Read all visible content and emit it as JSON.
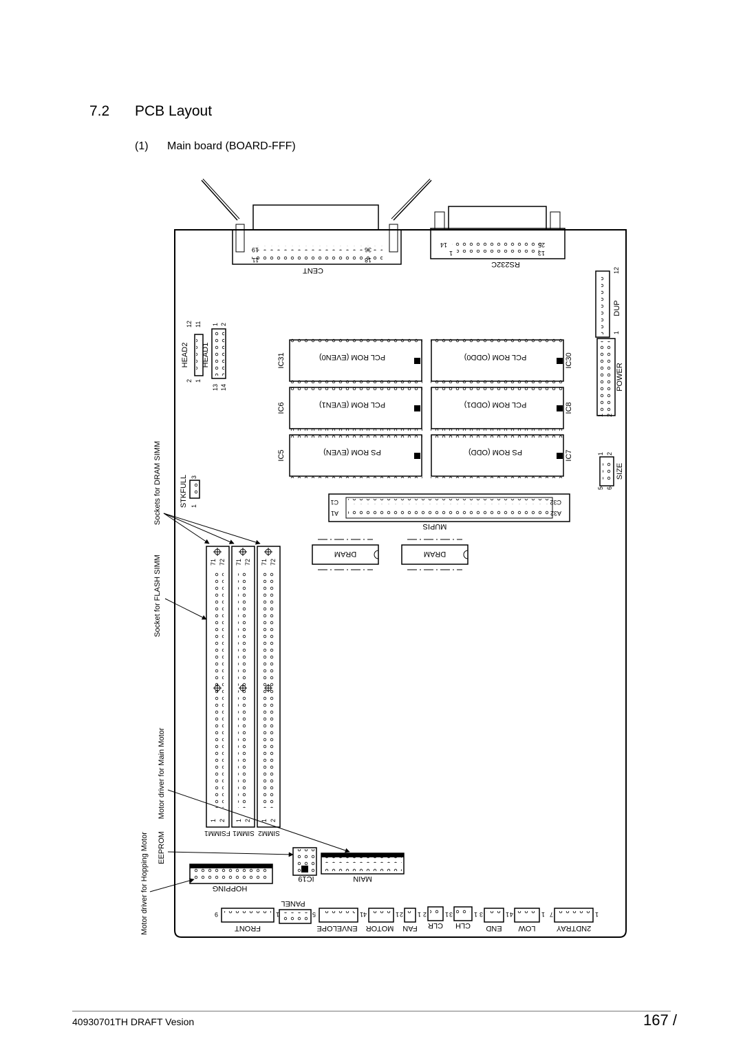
{
  "section": {
    "number": "7.2",
    "title": "PCB Layout"
  },
  "subsection": {
    "number": "(1)",
    "title": "Main board (BOARD-FFF)"
  },
  "connectors": {
    "cent": "CENT",
    "cent_pins": [
      "19",
      "36",
      "11",
      "18"
    ],
    "rs232c": "RS232C",
    "rs232c_pins": [
      "14",
      "25",
      "1",
      "13"
    ],
    "dup": "DUP",
    "dup_pins": [
      "12",
      "1"
    ],
    "power": "POWER",
    "power_pins": [
      "1",
      "2"
    ],
    "size": "SIZE",
    "size_pins": [
      "1",
      "2",
      "5",
      "6"
    ],
    "head2": "HEAD2",
    "head2_pins": [
      "12",
      "11",
      "2",
      "1"
    ],
    "head1": "HEAD1",
    "head1_pins": [
      "1",
      "2",
      "13",
      "14"
    ],
    "stkfull": "STKFULL",
    "stkfull_pins": [
      "1",
      "3"
    ]
  },
  "chips": {
    "ic31": {
      "id": "IC31",
      "label": "PCL ROM (EVEN0)"
    },
    "ic30": {
      "id": "IC30",
      "label": "PCL ROM (ODD0)"
    },
    "ic6": {
      "id": "IC6",
      "label": "PCL ROM (EVEN1)"
    },
    "ic8": {
      "id": "IC8",
      "label": "PCL ROM (ODD1)"
    },
    "ic5": {
      "id": "IC5",
      "label": "PS ROM (EVEN)"
    },
    "ic7": {
      "id": "IC7",
      "label": "PS ROM (ODD)"
    }
  },
  "mupis": {
    "label": "MUPIS",
    "pins": [
      "C1",
      "A1",
      "C32",
      "A32"
    ]
  },
  "dram": "DRAM",
  "simms": {
    "labels": [
      "FSIMM1",
      "SIMM1",
      "SIMM2"
    ],
    "pins": [
      "71",
      "72",
      "1",
      "2"
    ]
  },
  "callouts": {
    "dram_simm": "Sockets for DRAM SIMM",
    "flash_simm": "Socket for FLASH SIMM",
    "main_motor": "Motor driver for Main Motor",
    "eeprom": "EEPROM",
    "hopping_motor": "Motor driver for Hopping Motor"
  },
  "lower": {
    "ic19": "IC19",
    "main": "MAIN",
    "hopping": "HOPPING",
    "panel": "PANEL"
  },
  "bottom_connectors": [
    {
      "label": "FRONT",
      "pin_left": "9",
      "pin_right": "1"
    },
    {
      "label": "ENVELOPE",
      "pin_left": "5",
      "pin_right": "1"
    },
    {
      "label": "MOTOR",
      "pin_left": "4",
      "pin_right": "1"
    },
    {
      "label": "FAN",
      "pin_left": "2",
      "pin_right": "1"
    },
    {
      "label": "CLR",
      "pin_left": "2",
      "pin_right": "1"
    },
    {
      "label": "CLH",
      "pin_left": "3",
      "pin_right": "1"
    },
    {
      "label": "END",
      "pin_left": "3",
      "pin_right": "1"
    },
    {
      "label": "LOW",
      "pin_left": "4",
      "pin_right": "1"
    },
    {
      "label": "2NDTRAY",
      "pin_left": "7",
      "pin_right": "1"
    }
  ],
  "footer": {
    "doc": "40930701TH  DRAFT Vesion",
    "page": "167 /"
  }
}
